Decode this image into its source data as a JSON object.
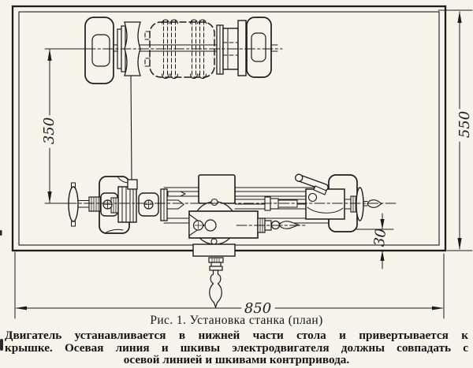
{
  "figure": {
    "caption": {
      "title": "Рис. 1. Установка станка (план)",
      "line1": "Двигатель устанавливается в нижней части стола и привертывается к",
      "line2": "крышке. Осевая линия и шкивы электродвигателя должны совпадать с",
      "line3": "осевой линией и шкивами контрпривода."
    },
    "dimensions": {
      "table_length_mm": "850",
      "table_depth_mm": "550",
      "motor_axis_to_lathe_axis_mm": "350",
      "bed_to_table_edge_mm": "30"
    },
    "colors": {
      "paper": "#f5f3ea",
      "ink": "#1c1c1c"
    }
  }
}
